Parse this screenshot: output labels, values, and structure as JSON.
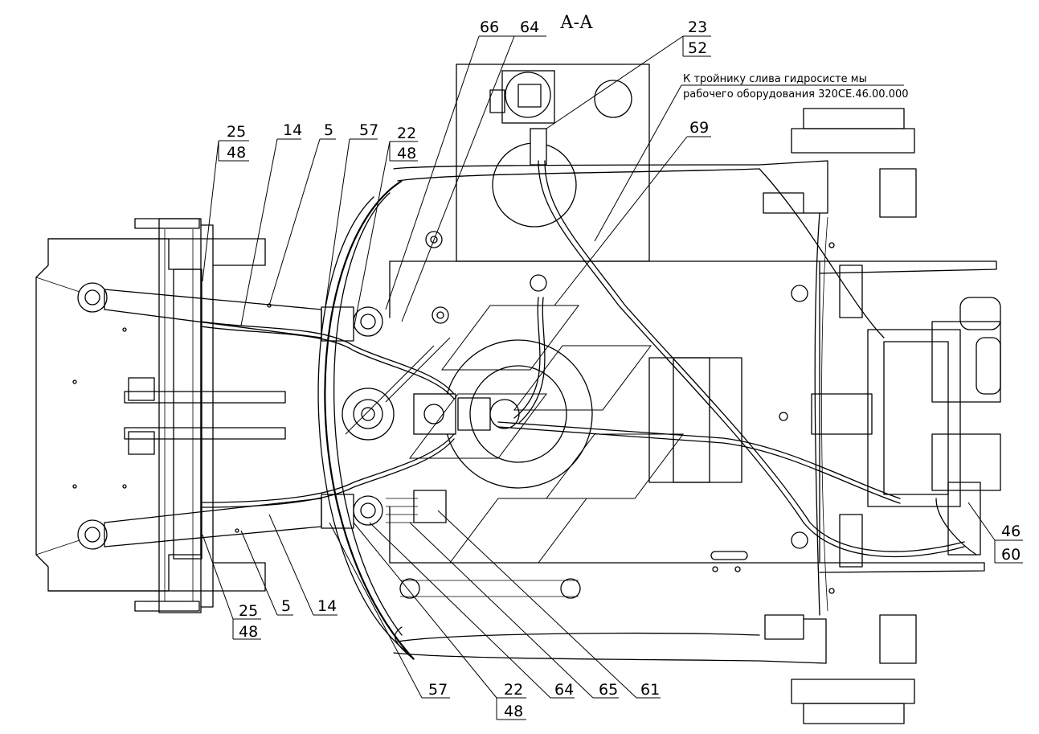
{
  "section_title": "А-А",
  "note_line1": "К тройнику слива гидросисте мы",
  "note_line2": "рабочего оборудования 320СЕ.46.00.000",
  "labels": {
    "top": [
      "66",
      "64"
    ],
    "top_stack": [
      "23",
      "52"
    ],
    "top_right": "69",
    "top_left": [
      "25",
      "14",
      "5",
      "57",
      "22"
    ],
    "top_left_lower": [
      "48",
      "48"
    ],
    "right_stack": [
      "46",
      "60"
    ],
    "bottom_left": [
      "25",
      "5",
      "14"
    ],
    "bottom_left_lower": "48",
    "bottom": [
      "57",
      "22",
      "64",
      "65",
      "61"
    ],
    "bottom_lower": "48"
  },
  "colors": {
    "line": "#000000",
    "background": "#ffffff"
  }
}
